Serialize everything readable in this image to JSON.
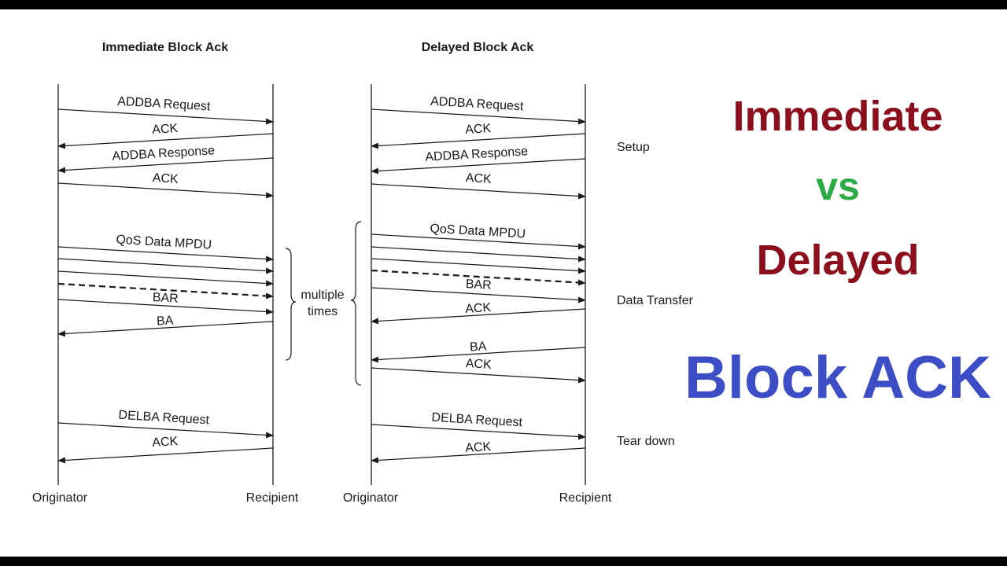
{
  "left": {
    "title": "Immediate Block Ack",
    "originator": "Originator",
    "recipient": "Recipient",
    "messages": {
      "addba_request": "ADDBA Request",
      "ack_1": "ACK",
      "addba_response": "ADDBA Response",
      "ack_2": "ACK",
      "qos_data": "QoS Data MPDU",
      "bar": "BAR",
      "ba": "BA",
      "delba_request": "DELBA Request",
      "ack_3": "ACK"
    },
    "bracket_label_line1": "multiple",
    "bracket_label_line2": "times"
  },
  "right": {
    "title": "Delayed Block Ack",
    "originator": "Originator",
    "recipient": "Recipient",
    "messages": {
      "addba_request": "ADDBA Request",
      "ack_1": "ACK",
      "addba_response": "ADDBA Response",
      "ack_2": "ACK",
      "qos_data": "QoS Data MPDU",
      "bar": "BAR",
      "ack_3": "ACK",
      "ba": "BA",
      "ack_4": "ACK",
      "delba_request": "DELBA Request",
      "ack_5": "ACK"
    }
  },
  "phases": {
    "setup": "Setup",
    "data_transfer": "Data Transfer",
    "tear_down": "Tear down"
  },
  "headline": {
    "line1": "Immediate",
    "line2": "vs",
    "line3": "Delayed",
    "line4": "Block ACK"
  },
  "colors": {
    "immediate": "#8b0f1d",
    "vs": "#2bab45",
    "delayed": "#8b0f1d",
    "block_ack": "#3c4dc6"
  }
}
